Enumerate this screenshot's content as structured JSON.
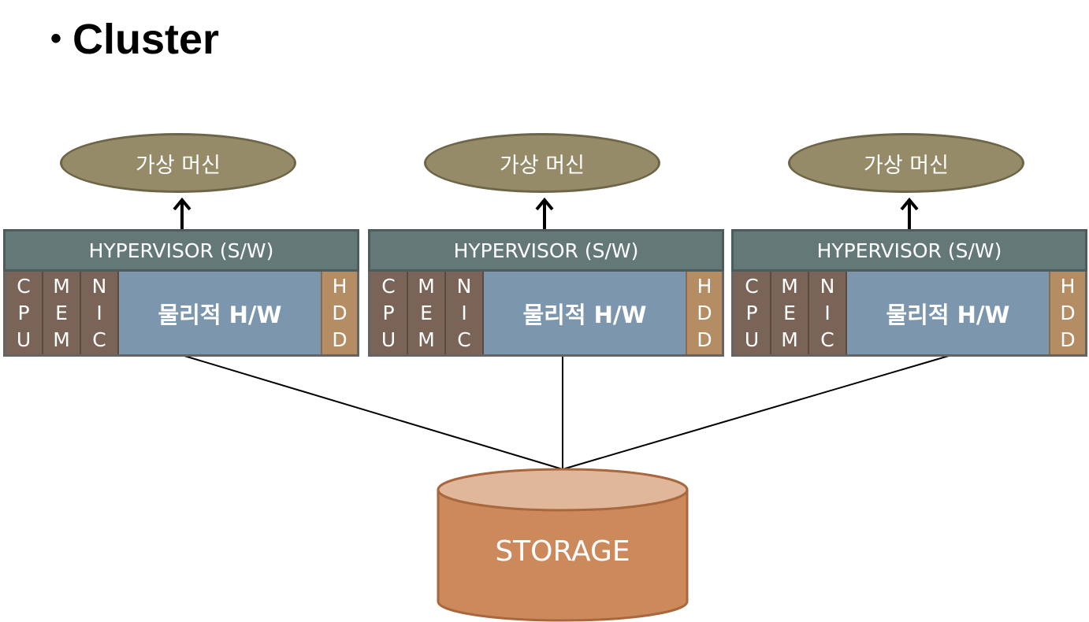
{
  "title": "Cluster",
  "nodes": [
    {
      "vm_label": "가상 머신",
      "hypervisor_label": "HYPERVISOR (S/W)",
      "components": [
        {
          "letters": [
            "C",
            "P",
            "U"
          ]
        },
        {
          "letters": [
            "M",
            "E",
            "M"
          ]
        },
        {
          "letters": [
            "N",
            "I",
            "C"
          ]
        }
      ],
      "physical_label": "물리적 H/W",
      "hdd_letters": [
        "H",
        "D",
        "D"
      ]
    },
    {
      "vm_label": "가상 머신",
      "hypervisor_label": "HYPERVISOR (S/W)",
      "components": [
        {
          "letters": [
            "C",
            "P",
            "U"
          ]
        },
        {
          "letters": [
            "M",
            "E",
            "M"
          ]
        },
        {
          "letters": [
            "N",
            "I",
            "C"
          ]
        }
      ],
      "physical_label": "물리적 H/W",
      "hdd_letters": [
        "H",
        "D",
        "D"
      ]
    },
    {
      "vm_label": "가상 머신",
      "hypervisor_label": "HYPERVISOR (S/W)",
      "components": [
        {
          "letters": [
            "C",
            "P",
            "U"
          ]
        },
        {
          "letters": [
            "M",
            "E",
            "M"
          ]
        },
        {
          "letters": [
            "N",
            "I",
            "C"
          ]
        }
      ],
      "physical_label": "물리적 H/W",
      "hdd_letters": [
        "H",
        "D",
        "D"
      ]
    }
  ],
  "storage_label": "STORAGE",
  "colors": {
    "vm_fill": "#958b69",
    "hypervisor_fill": "#647878",
    "component_fill": "#7a6357",
    "physical_fill": "#7c96ae",
    "hdd_fill": "#b48d64",
    "storage_fill": "#cc8a5c",
    "storage_top": "#e0b79a"
  }
}
